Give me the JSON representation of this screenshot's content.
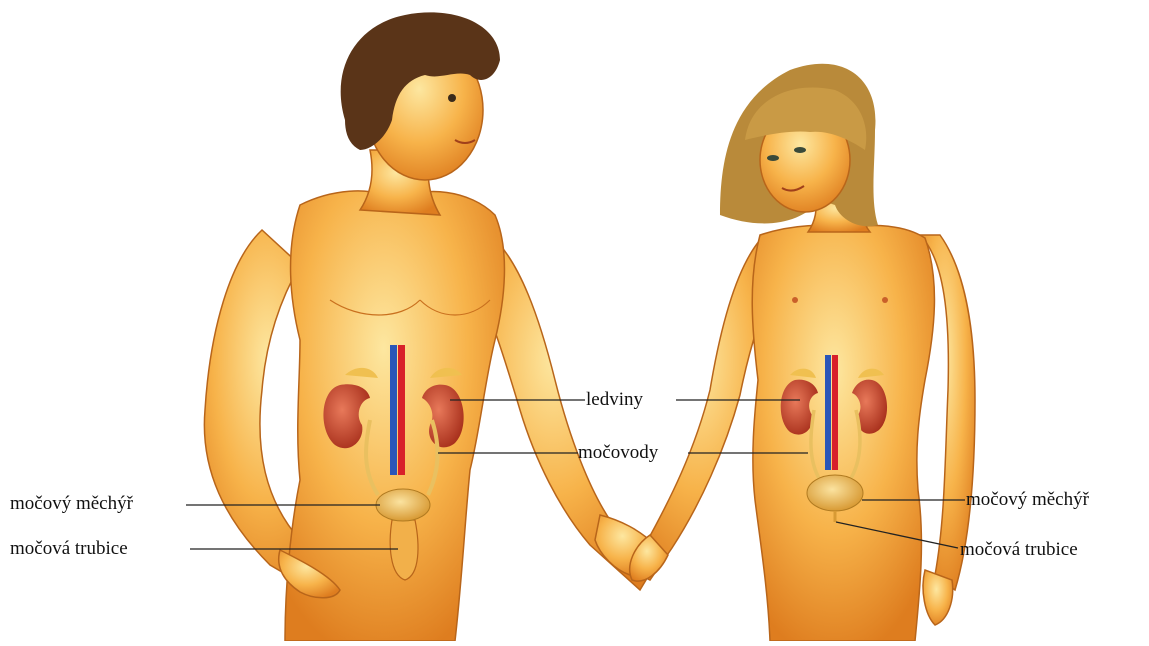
{
  "labels": {
    "kidneys": "ledviny",
    "ureters": "močovody",
    "bladder_left": "močový měchýř",
    "urethra_left": "močová trubice",
    "bladder_right": "močový měchýř",
    "urethra_right": "močová trubice"
  },
  "colors": {
    "skin": "#f6a93c",
    "skin_light": "#fde08a",
    "skin_shadow": "#d9761c",
    "kidney": "#c9452a",
    "artery": "#d8202a",
    "vein": "#2a56b8",
    "bladder": "#f3c262",
    "hair_boy": "#5a3418",
    "hair_girl": "#b98a3a",
    "leader": "#222222"
  }
}
